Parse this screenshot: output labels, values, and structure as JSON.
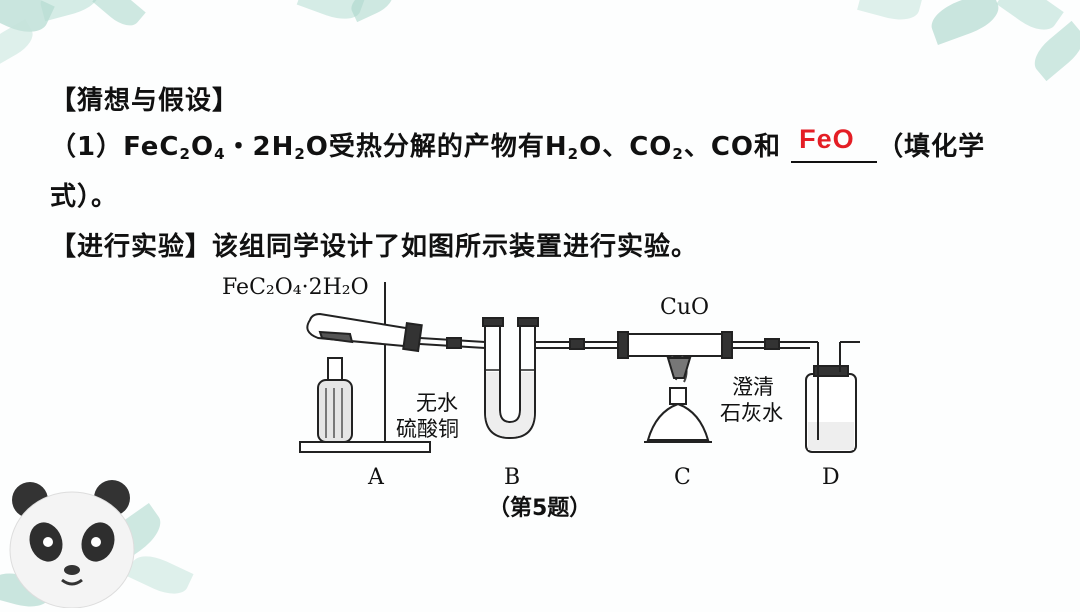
{
  "heading_hypothesis": "【猜想与假设】",
  "q1": {
    "prefix": "（1）FeC",
    "s1": "2",
    "mid1": "O",
    "s2": "4",
    "mid2": "・2H",
    "s3": "2",
    "mid3": "O受热分解的产物有H",
    "s4": "2",
    "mid4": "O、CO",
    "s5": "2",
    "mid5": "、CO和",
    "answer": "FeO",
    "suffix": "（填化学",
    "line2": "式）。"
  },
  "experiment_line": "【进行实验】该组同学设计了如图所示装置进行实验。",
  "figure": {
    "reactant_label": "FeC₂O₄·2H₂O",
    "cuo_label": "CuO",
    "anhydrous_label_1": "无水",
    "anhydrous_label_2": "硫酸铜",
    "limewater_label_1": "澄清",
    "limewater_label_2": "石灰水",
    "letters": [
      "A",
      "B",
      "C",
      "D"
    ]
  },
  "caption": "（第5题）",
  "colors": {
    "answer": "#e41e25",
    "leaf": "#8fc9bd"
  }
}
